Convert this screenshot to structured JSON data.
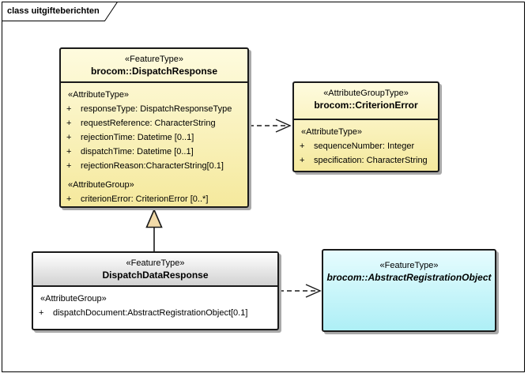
{
  "diagram": {
    "title": "class uitgifteberichten"
  },
  "colors": {
    "background": "#FFFFFF",
    "frame_border": "#000000",
    "box_border": "#1A1A1A",
    "class_fill_top": "#FEFBDE",
    "class_fill_bottom": "#F5E99D",
    "abstract_fill_top": "#E6FCFE",
    "abstract_fill_bottom": "#AEEFF6",
    "neutral_header_top": "#FFFFFF",
    "neutral_header_bottom": "#D2D2D2",
    "shadow": "#A9A9A9",
    "generalization_triangle_fill": "#F2DBA9"
  },
  "boxes": {
    "dispatch_response": {
      "stereotype": "«FeatureType»",
      "name": "brocom::DispatchResponse",
      "attr_type_header": "«AttributeType»",
      "attributes": [
        {
          "visibility": "+",
          "text": "responseType: DispatchResponseType"
        },
        {
          "visibility": "+",
          "text": "requestReference: CharacterString"
        },
        {
          "visibility": "+",
          "text": "rejectionTime: Datetime [0..1]"
        },
        {
          "visibility": "+",
          "text": "dispatchTime: Datetime [0..1]"
        },
        {
          "visibility": "+",
          "text": "rejectionReason:CharacterString[0.1]"
        }
      ],
      "attr_group_header": "«AttributeGroup»",
      "group_attributes": [
        {
          "visibility": "+",
          "text": "criterionError: CriterionError [0..*]"
        }
      ]
    },
    "criterion_error": {
      "stereotype": "«AttributeGroupType»",
      "name": "brocom::CriterionError",
      "attr_type_header": "«AttributeType»",
      "attributes": [
        {
          "visibility": "+",
          "text": "sequenceNumber: Integer"
        },
        {
          "visibility": "+",
          "text": "specification: CharacterString"
        }
      ]
    },
    "dispatch_data_response": {
      "stereotype": "«FeatureType»",
      "name": "DispatchDataResponse",
      "attr_group_header": "«AttributeGroup»",
      "group_attributes": [
        {
          "visibility": "+",
          "text": "dispatchDocument:AbstractRegistrationObject[0.1]"
        }
      ]
    },
    "abstract_registration_object": {
      "stereotype": "«FeatureType»",
      "name": "brocom::AbstractRegistrationObject"
    }
  },
  "connectors": {
    "generalization": {
      "type": "generalization",
      "from": "DispatchDataResponse",
      "to": "brocom::DispatchResponse"
    },
    "dependency_criterion_error": {
      "type": "dependency",
      "from": "brocom::DispatchResponse",
      "to": "brocom::CriterionError"
    },
    "dependency_dispatch_document": {
      "type": "dependency",
      "from": "DispatchDataResponse",
      "to": "brocom::AbstractRegistrationObject"
    }
  }
}
